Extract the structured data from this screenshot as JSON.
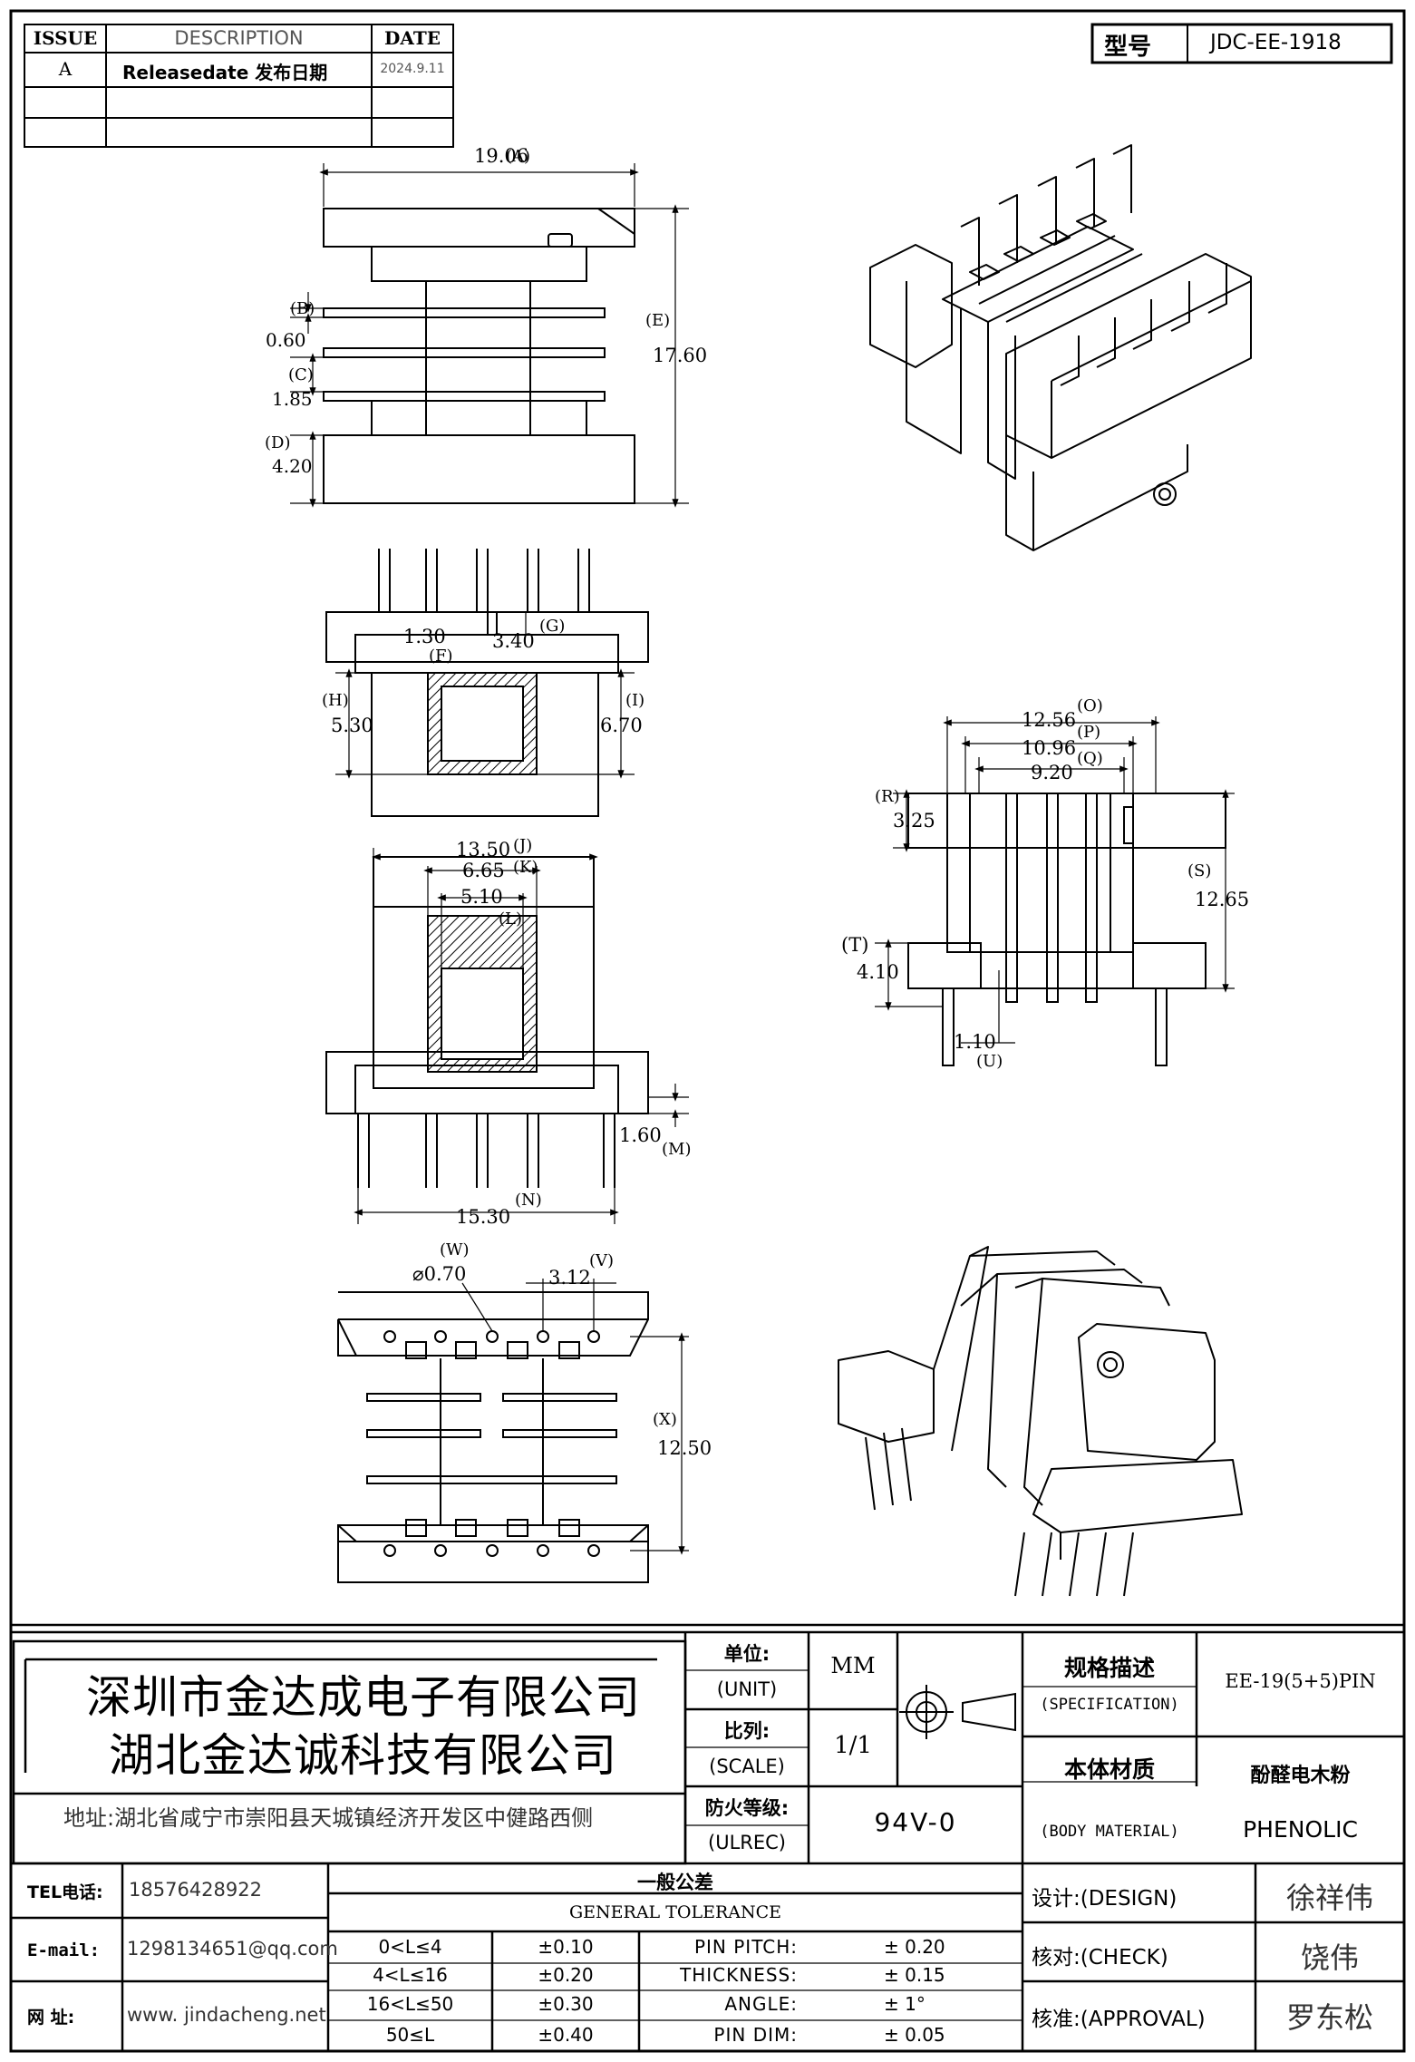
{
  "revision_table": {
    "headers": [
      "ISSUE",
      "DESCRIPTION",
      "DATE"
    ],
    "rows": [
      {
        "issue": "A",
        "description": "Releasedate 发布日期",
        "date": "2024.9.11"
      },
      {
        "issue": "",
        "description": "",
        "date": ""
      },
      {
        "issue": "",
        "description": "",
        "date": ""
      }
    ]
  },
  "model": {
    "label": "型号",
    "value": "JDC-EE-1918"
  },
  "dimensions": {
    "A": {
      "letter": "(A)",
      "value": "19.06"
    },
    "B": {
      "letter": "(B)",
      "value": "0.60"
    },
    "C": {
      "letter": "(C)",
      "value": "1.85"
    },
    "D": {
      "letter": "(D)",
      "value": "4.20"
    },
    "E": {
      "letter": "(E)",
      "value": "17.60"
    },
    "F": {
      "letter": "(F)",
      "value": "1.30"
    },
    "G": {
      "letter": "(G)",
      "value": "3.40"
    },
    "H": {
      "letter": "(H)",
      "value": "5.30"
    },
    "I": {
      "letter": "(I)",
      "value": "6.70"
    },
    "J": {
      "letter": "(J)",
      "value": "13.50"
    },
    "K": {
      "letter": "(K)",
      "value": "6.65"
    },
    "L": {
      "letter": "(L)",
      "value": "5.10"
    },
    "M": {
      "letter": "(M)",
      "value": "1.60"
    },
    "N": {
      "letter": "(N)",
      "value": "15.30"
    },
    "O": {
      "letter": "(O)",
      "value": "12.56"
    },
    "P": {
      "letter": "(P)",
      "value": "10.96"
    },
    "Q": {
      "letter": "(Q)",
      "value": "9.20"
    },
    "R": {
      "letter": "(R)",
      "value": "3.25"
    },
    "S": {
      "letter": "(S)",
      "value": "12.65"
    },
    "T": {
      "letter": "(T)",
      "value": "4.10"
    },
    "U": {
      "letter": "(U)",
      "value": "1.10"
    },
    "V": {
      "letter": "(V)",
      "value": "3.12"
    },
    "W": {
      "letter": "(W)",
      "value": "⌀0.70"
    },
    "X": {
      "letter": "(X)",
      "value": "12.50"
    }
  },
  "title_block": {
    "company_1": "深圳市金达成电子有限公司",
    "company_2": "湖北金达诚科技有限公司",
    "address": "地址:湖北省咸宁市崇阳县天城镇经济开发区中健路西侧",
    "unit_label": "单位:",
    "unit_label_en": "(UNIT)",
    "unit_value": "MM",
    "scale_label": "比列:",
    "scale_label_en": "(SCALE)",
    "scale_value": "1/1",
    "ulrec_label": "防火等级:",
    "ulrec_label_en": "(ULREC)",
    "ulrec_value": "94V-0",
    "spec_label": "规格描述",
    "spec_label_en": "(SPECIFICATION)",
    "spec_value": "EE-19(5+5)PIN",
    "material_label": "本体材质",
    "material_label_en": "(BODY MATERIAL)",
    "material_value_cn": "酚醛电木粉",
    "material_value_en": "PHENOLIC",
    "tel_label": "TEL电话:",
    "tel_value": "18576428922",
    "email_label": "E-mail:",
    "email_value": "1298134651@qq.com",
    "web_label": "网  址:",
    "web_value": "www. jindacheng.net",
    "tolerance_title_cn": "一般公差",
    "tolerance_title_en": "GENERAL TOLERANCE",
    "tolerance_ranges": [
      {
        "range": "0<L≤4",
        "tol": "±0.10"
      },
      {
        "range": "4<L≤16",
        "tol": "±0.20"
      },
      {
        "range": "16<L≤50",
        "tol": "±0.30"
      },
      {
        "range": "50≤L",
        "tol": "±0.40"
      }
    ],
    "tolerance_specs": [
      {
        "name": "PIN PITCH:",
        "tol": "±  0.20"
      },
      {
        "name": "THICKNESS:",
        "tol": "±  0.15"
      },
      {
        "name": "ANGLE:",
        "tol": "±  1°"
      },
      {
        "name": "PIN DIM:",
        "tol": "±  0.05"
      }
    ],
    "design_label": "设计:(DESIGN)",
    "design_value": "徐祥伟",
    "check_label": "核对:(CHECK)",
    "check_value": "饶伟",
    "approval_label": "核准:(APPROVAL)",
    "approval_value": "罗东松"
  }
}
